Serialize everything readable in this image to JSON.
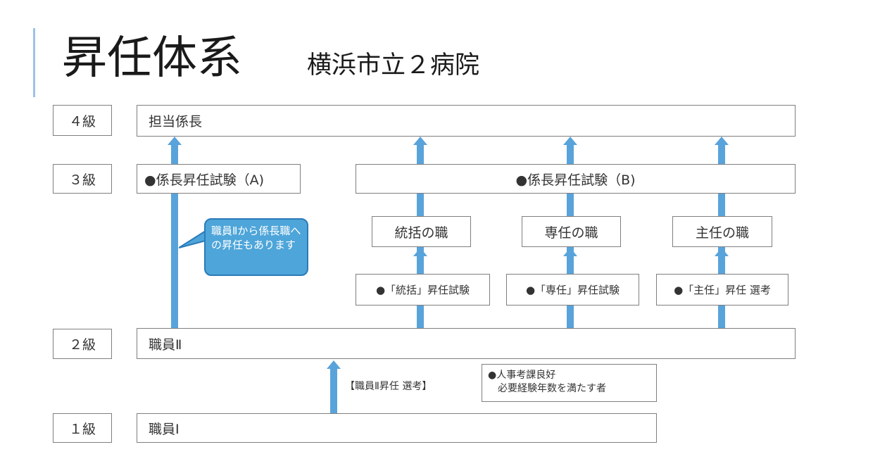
{
  "header": {
    "title": "昇任体系",
    "subtitle": "横浜市立２病院"
  },
  "grades": {
    "grade4": "４級",
    "grade3": "３級",
    "grade2": "２級",
    "grade1": "１級"
  },
  "positions": {
    "kakaricho": "担当係長",
    "shokuin2": "職員Ⅱ",
    "shokuin1": "職員Ⅰ"
  },
  "exams": {
    "exam_a": "●係長昇任試験（A)",
    "exam_b": "●係長昇任試験（B)",
    "tokatsu_exam": "●「統括」昇任試験",
    "sennin_exam": "●「専任」昇任試験",
    "shunin_selection": "●「主任」昇任 選考"
  },
  "roles": {
    "tokatsu": "統括の職",
    "sennin": "専任の職",
    "shunin": "主任の職"
  },
  "callout": {
    "text": "職員Ⅱから係長職への昇任もあります"
  },
  "promotion": {
    "label": "【職員Ⅱ昇任 選考】",
    "condition_line1": "●人事考課良好",
    "condition_line2": "必要経験年数を満たす者"
  },
  "colors": {
    "arrow": "#59a3db",
    "callout_fill": "#4ea5d9",
    "callout_border": "#2b7bb9",
    "accent_bar": "#9dc3e6"
  }
}
